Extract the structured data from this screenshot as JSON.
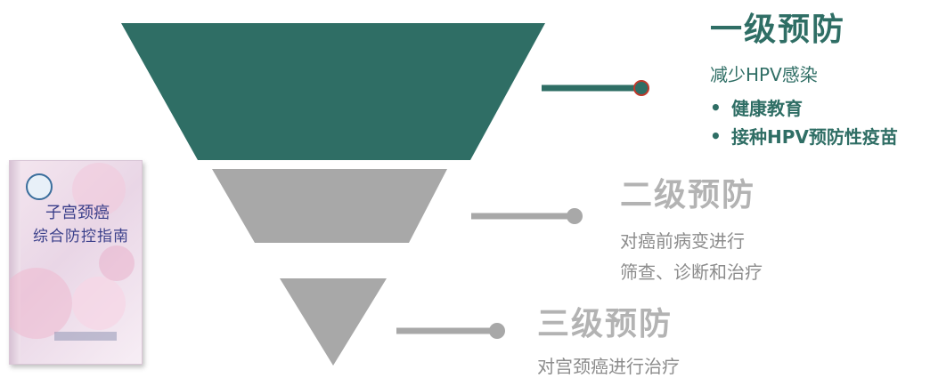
{
  "levels": [
    {
      "title": "一级预防",
      "subtitle": "减少HPV感染",
      "bullets": [
        "健康教育",
        "接种HPV预防性疫苗"
      ],
      "color": "#2f6e65"
    },
    {
      "title": "二级预防",
      "lines": [
        "对癌前病变进行",
        "筛查、诊断和治疗"
      ],
      "color": "#b3b3b3"
    },
    {
      "title": "三级预防",
      "lines": [
        "对宫颈癌进行治疗"
      ],
      "color": "#b3b3b3"
    }
  ],
  "book": {
    "title_line1": "子宫颈癌",
    "title_line2": "综合防控指南"
  },
  "bullet_symbol": "•",
  "colors": {
    "accent": "#2f6e65",
    "gray": "#b3b3b3",
    "connector_red": "#c0392b"
  }
}
